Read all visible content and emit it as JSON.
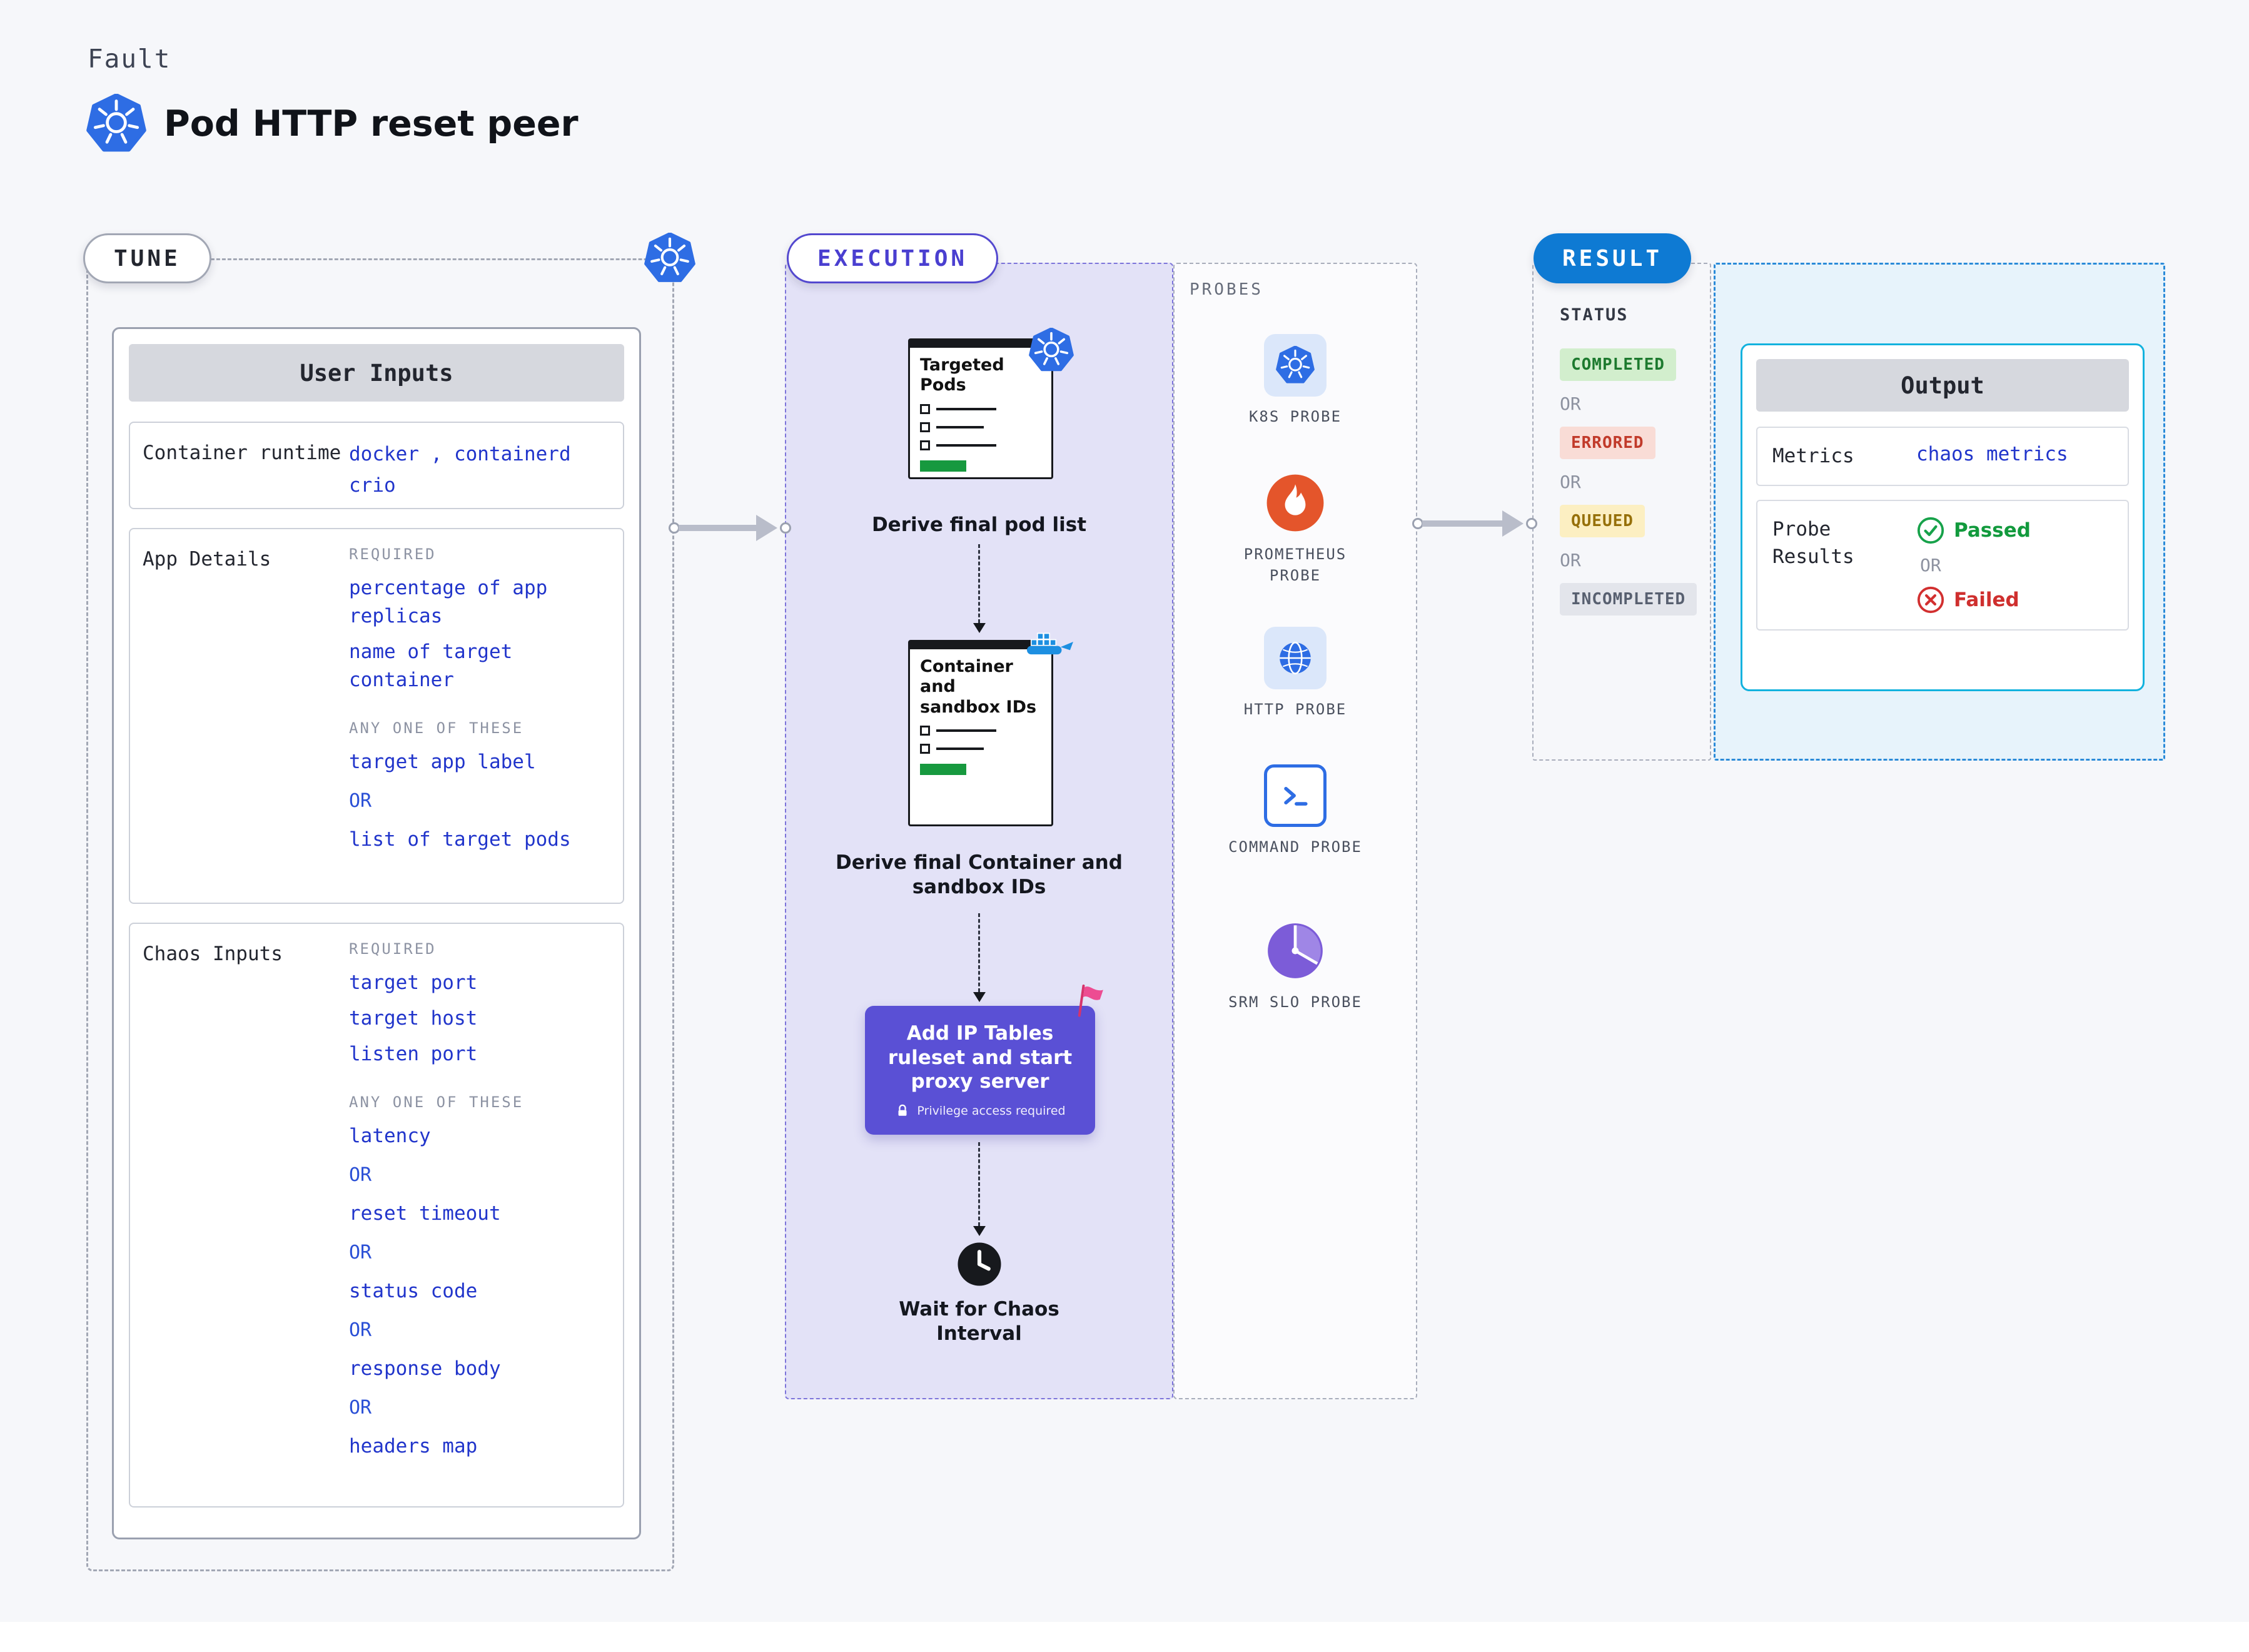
{
  "page": {
    "eyebrow": "Fault",
    "title": "Pod HTTP reset peer"
  },
  "tune": {
    "pill": "TUNE",
    "card_title": "User Inputs",
    "runtime": {
      "label": "Container runtime",
      "line1": "docker , containerd",
      "line2": "crio"
    },
    "app_details": {
      "label": "App Details",
      "required_label": "REQUIRED",
      "required_items": [
        "percentage of app replicas",
        "name of target container"
      ],
      "any_label": "ANY ONE OF THESE",
      "any_items": [
        "target app label",
        "list of target pods"
      ],
      "or": "OR"
    },
    "chaos_inputs": {
      "label": "Chaos Inputs",
      "required_label": "REQUIRED",
      "required_items": [
        "target port",
        "target host",
        "listen port"
      ],
      "any_label": "ANY ONE OF THESE",
      "any_items": [
        "latency",
        "reset timeout",
        "status code",
        "response body",
        "headers map"
      ],
      "or": "OR"
    }
  },
  "execution": {
    "pill": "EXECUTION",
    "step1": {
      "card_title": "Targeted Pods",
      "caption": "Derive final pod list"
    },
    "step2": {
      "card_title": "Container and sandbox IDs",
      "caption": "Derive final Container and sandbox IDs"
    },
    "step3": {
      "button": "Add IP Tables ruleset and start proxy server",
      "badge": "Privilege access required"
    },
    "step4": {
      "caption": "Wait for Chaos Interval"
    }
  },
  "probes": {
    "label": "PROBES",
    "items": [
      "K8S PROBE",
      "PROMETHEUS PROBE",
      "HTTP PROBE",
      "COMMAND PROBE",
      "SRM SLO PROBE"
    ]
  },
  "result": {
    "pill": "RESULT",
    "status": {
      "label": "STATUS",
      "completed": "COMPLETED",
      "errored": "ERRORED",
      "queued": "QUEUED",
      "incompleted": "INCOMPLETED",
      "or": "OR"
    },
    "output": {
      "title": "Output",
      "metrics_label": "Metrics",
      "metrics_value": "chaos metrics",
      "probe_label": "Probe Results",
      "passed": "Passed",
      "failed": "Failed",
      "or": "OR"
    }
  },
  "colors": {
    "accent_blue": "#2135cb",
    "k8s_blue": "#2e6de4",
    "exec_purple": "#5a50d5",
    "result_blue": "#0e7ad3",
    "success_green": "#129a3d",
    "error_red": "#cf2f2e",
    "queued_yellow": "#96700a"
  }
}
